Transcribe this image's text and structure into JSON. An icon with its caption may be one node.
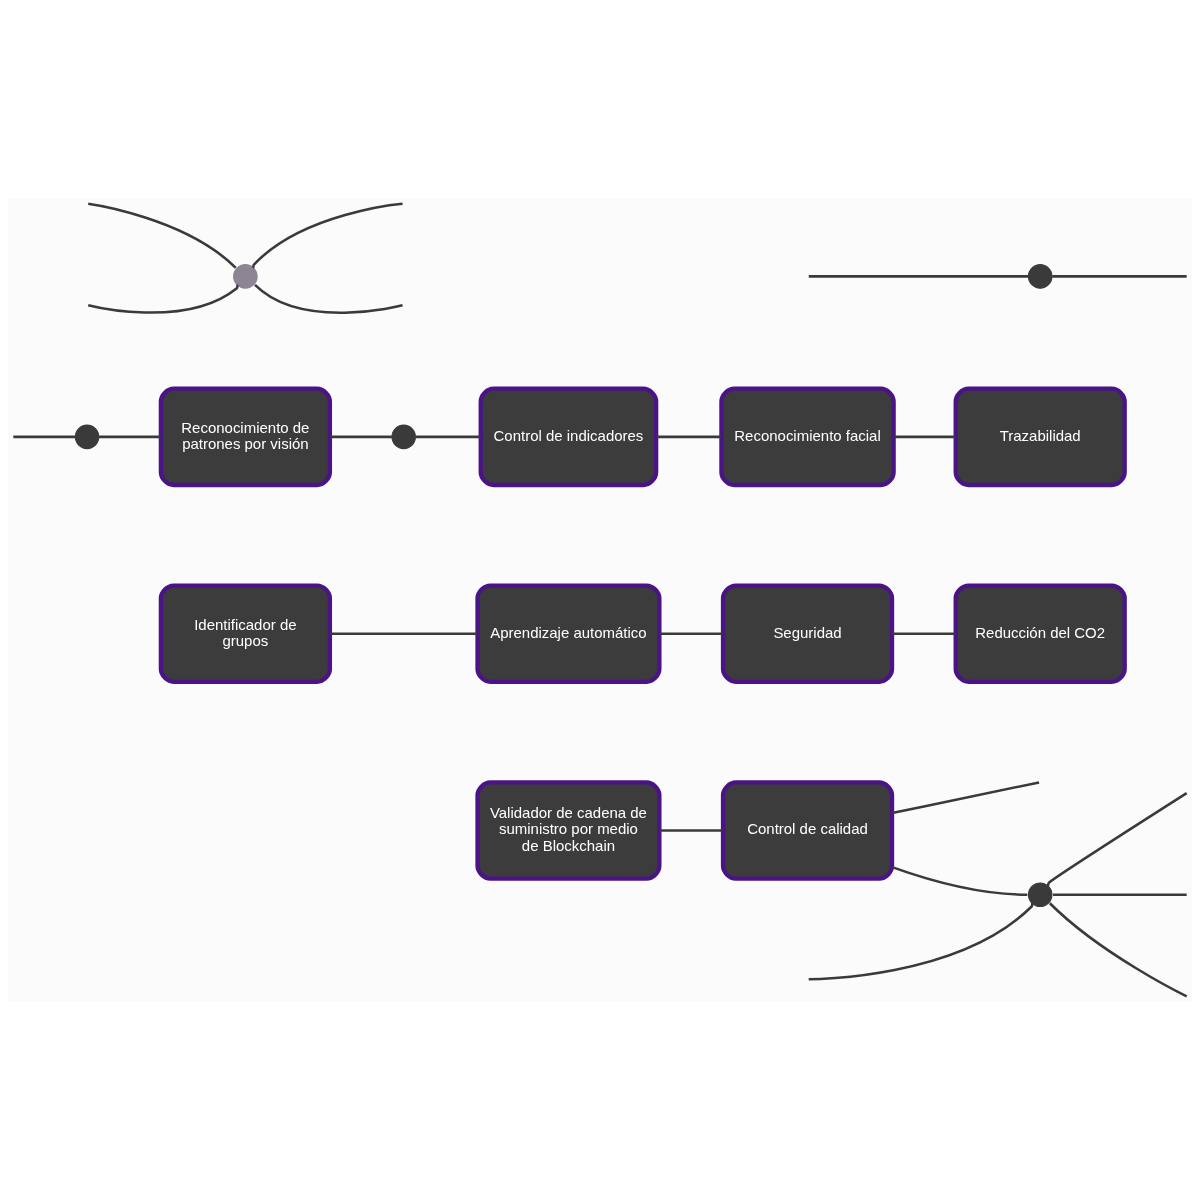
{
  "diagram": {
    "nodes": [
      {
        "text": [],
        "shape": "circle"
      },
      {
        "text": [],
        "shape": "circle"
      },
      {
        "text": [],
        "shape": "circle"
      },
      {
        "text": [
          "Reconocimiento de patrones por visión"
        ]
      },
      {
        "text": [],
        "shape": "circle"
      },
      {
        "text": [
          "Control de indicadores"
        ]
      },
      {
        "text": [
          "Reconocimiento facial"
        ]
      },
      {
        "text": [
          "Trazabilidad"
        ]
      },
      {
        "text": [
          "Identificador de grupos"
        ]
      },
      {
        "text": [
          "Aprendizaje automático"
        ]
      },
      {
        "text": [
          "Seguridad"
        ]
      },
      {
        "text": [
          "Reducción del CO2"
        ]
      },
      {
        "text": [
          "Validador de cadena de suministro por medio de Blockchain"
        ]
      },
      {
        "text": [
          "Control de calidad"
        ]
      },
      {
        "text": [],
        "shape": "circle"
      }
    ],
    "edges": [
      {
        "from": null,
        "to": 0,
        "arrow": "none"
      },
      {
        "from": null,
        "to": 0,
        "arrow": "none"
      },
      {
        "from": 0,
        "to": null,
        "arrow": "none"
      },
      {
        "from": 0,
        "to": null,
        "arrow": "none"
      },
      {
        "from": null,
        "to": 1,
        "arrow": "none"
      },
      {
        "from": 1,
        "to": null,
        "arrow": "none"
      },
      {
        "from": null,
        "to": 2,
        "arrow": "none"
      },
      {
        "from": 2,
        "to": 3,
        "arrow": "none"
      },
      {
        "from": 3,
        "to": 4,
        "arrow": "none"
      },
      {
        "from": 4,
        "to": 5,
        "arrow": "none"
      },
      {
        "from": 5,
        "to": 6,
        "arrow": "none"
      },
      {
        "from": 6,
        "to": 7,
        "arrow": "none"
      },
      {
        "from": 8,
        "to": 9,
        "arrow": "none"
      },
      {
        "from": 9,
        "to": 10,
        "arrow": "none"
      },
      {
        "from": 10,
        "to": 11,
        "arrow": "none"
      },
      {
        "from": 12,
        "to": 13,
        "arrow": "none"
      },
      {
        "from": 13,
        "to": 14,
        "arrow": "none"
      },
      {
        "from": 13,
        "to": null,
        "arrow": "none"
      },
      {
        "from": null,
        "to": 14,
        "arrow": "none"
      },
      {
        "from": 14,
        "to": null,
        "arrow": "none"
      },
      {
        "from": 14,
        "to": null,
        "arrow": "none"
      },
      {
        "from": 14,
        "to": null,
        "arrow": "none"
      }
    ]
  }
}
